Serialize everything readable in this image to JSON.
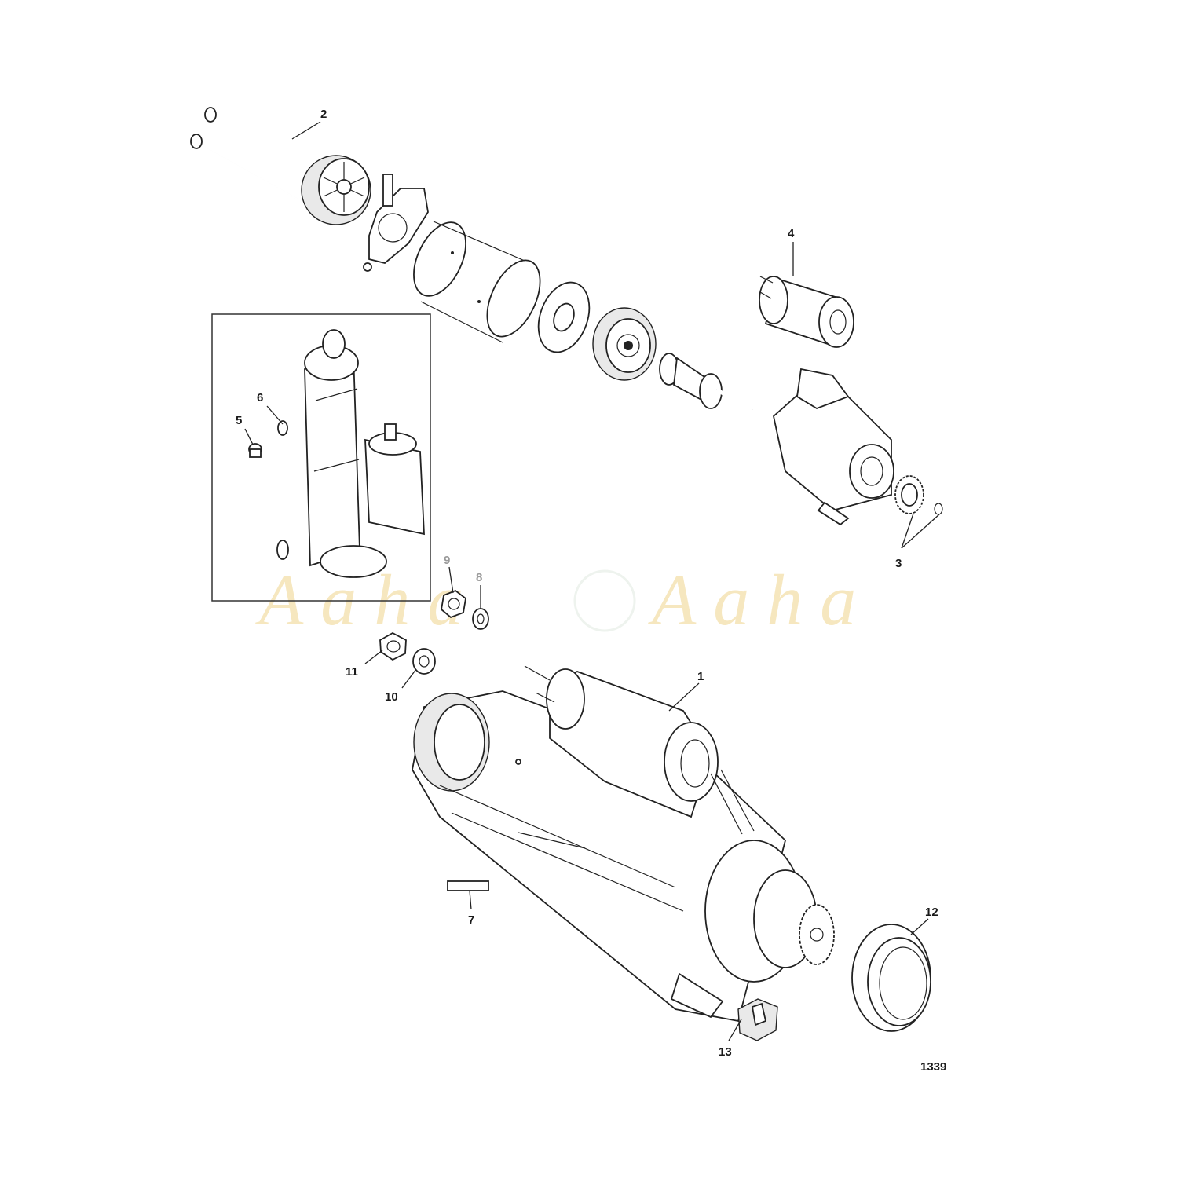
{
  "callouts": {
    "c1": "1",
    "c2": "2",
    "c3": "3",
    "c4": "4",
    "c5": "5",
    "c6": "6",
    "c7": "7",
    "c8": "8",
    "c9": "9",
    "c10": "10",
    "c11": "11",
    "c12": "12",
    "c13": "13"
  },
  "figure_number": "1339",
  "watermark": {
    "left": "Aaha",
    "right": "Aaha"
  },
  "colors": {
    "line": "#222222",
    "watermark": "#f6e7bf",
    "background": "#ffffff"
  }
}
